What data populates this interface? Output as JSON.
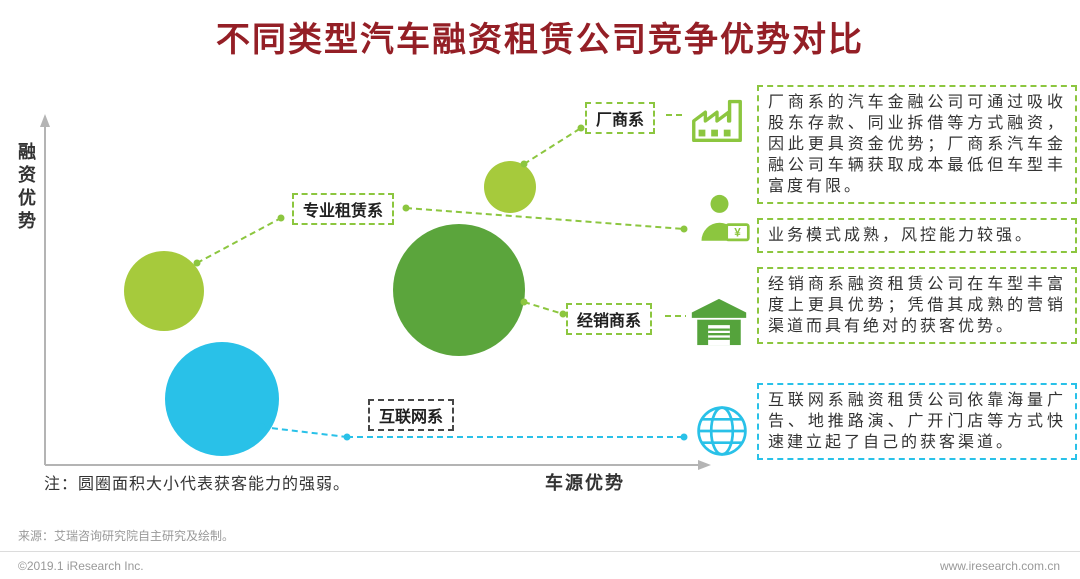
{
  "title": "不同类型汽车融资租赁公司竞争优势对比",
  "chart": {
    "y_axis_label": "融资优势",
    "x_axis_label": "车源优势",
    "note": "注：圆圈面积大小代表获客能力的强弱。"
  },
  "categories": [
    {
      "label": "厂商系",
      "icon": "factory-icon",
      "accent_color": "#8cc63f",
      "description": "厂商系的汽车金融公司可通过吸收股东存款、同业拆借等方式融资，因此更具资金优势；厂商系汽车金融公司车辆获取成本最低但车型丰富度有限。"
    },
    {
      "label": "专业租赁系",
      "icon": "leasing-agent-icon",
      "accent_color": "#8cc63f",
      "description": "业务模式成熟，风控能力较强。"
    },
    {
      "label": "经销商系",
      "icon": "dealer-warehouse-icon",
      "accent_color": "#8cc63f",
      "description": "经销商系融资租赁公司在车型丰富度上更具优势；凭借其成熟的营销渠道而具有绝对的获客优势。"
    },
    {
      "label": "互联网系",
      "icon": "internet-globe-icon",
      "accent_color": "#29c1e8",
      "description": "互联网系融资租赁公司依靠海量广告、地推路演、广开门店等方式快速建立起了自己的获客渠道。"
    }
  ],
  "chart_data": {
    "type": "scatter",
    "title": "不同类型汽车融资租赁公司竞争优势对比",
    "xlabel": "车源优势",
    "ylabel": "融资优势",
    "x_range": [
      0,
      1
    ],
    "y_range": [
      0,
      1
    ],
    "bubble_size_meaning": "圆圈面积大小代表获客能力的强弱",
    "series": [
      {
        "name": "厂商系",
        "x": 0.71,
        "y": 0.81,
        "bubble_radius": 26,
        "color": "#a6ca3c"
      },
      {
        "name": "专业租赁系",
        "x": 0.18,
        "y": 0.51,
        "bubble_radius": 40,
        "color": "#a6ca3c"
      },
      {
        "name": "经销商系",
        "x": 0.63,
        "y": 0.51,
        "bubble_radius": 66,
        "color": "#5ba53c"
      },
      {
        "name": "互联网系",
        "x": 0.27,
        "y": 0.19,
        "bubble_radius": 57,
        "color": "#29c1e8"
      }
    ]
  },
  "footer": {
    "source": "来源：艾瑞咨询研究院自主研究及绘制。",
    "copyright": "©2019.1 iResearch Inc.",
    "website": "www.iresearch.com.cn"
  }
}
